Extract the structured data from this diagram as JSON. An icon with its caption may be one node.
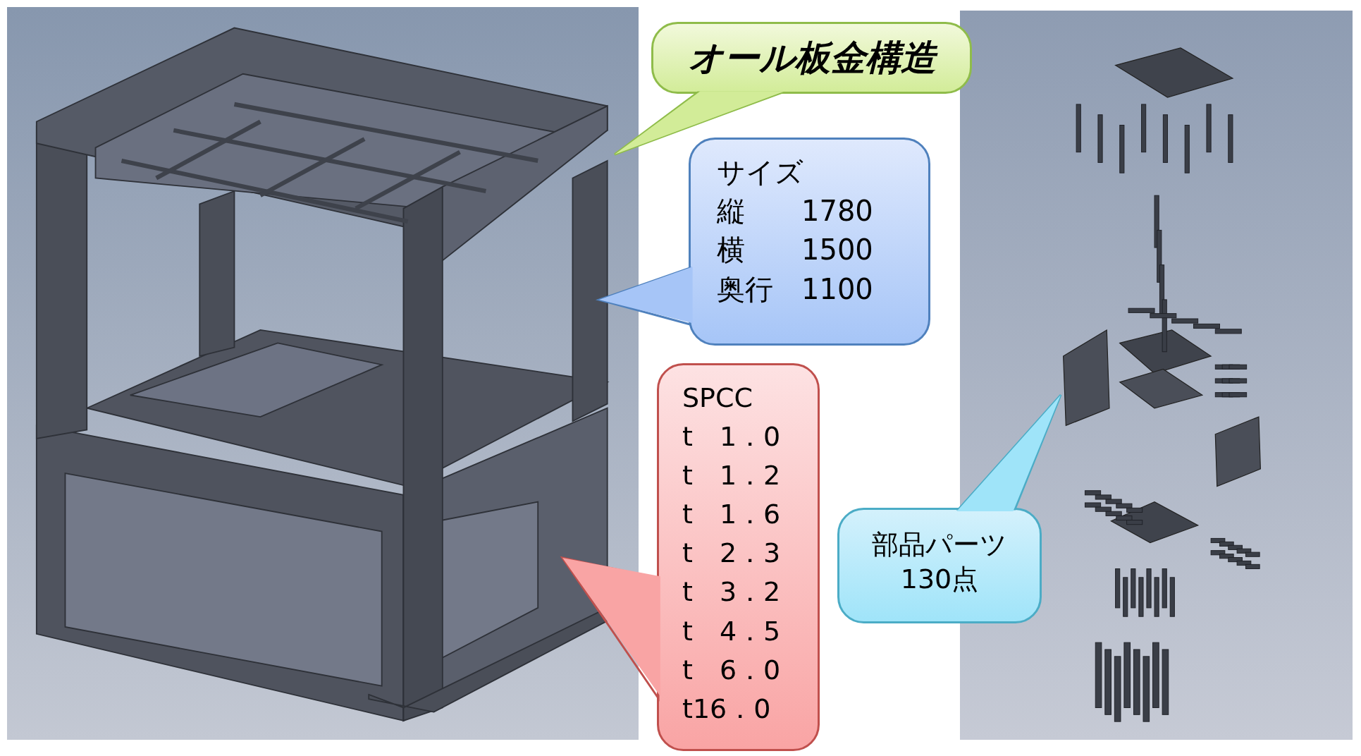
{
  "diagram": {
    "nodes": [
      {
        "text": [],
        "shape": "picture"
      },
      {
        "text": [],
        "shape": "picture"
      },
      {
        "text": [
          "オール板金構造"
        ]
      },
      {
        "text": [
          "サイズ",
          "縦　　1780",
          "横　　1500",
          "奥行　1100"
        ]
      },
      {
        "text": [
          "SPCC",
          "t　1．0",
          "t　1．2",
          "t　1．6",
          "t　2．3",
          "t　3．2",
          "t　4．5",
          "t　6．0",
          "t16．0"
        ]
      },
      {
        "text": [
          "部品パーツ",
          "130点"
        ]
      }
    ]
  }
}
